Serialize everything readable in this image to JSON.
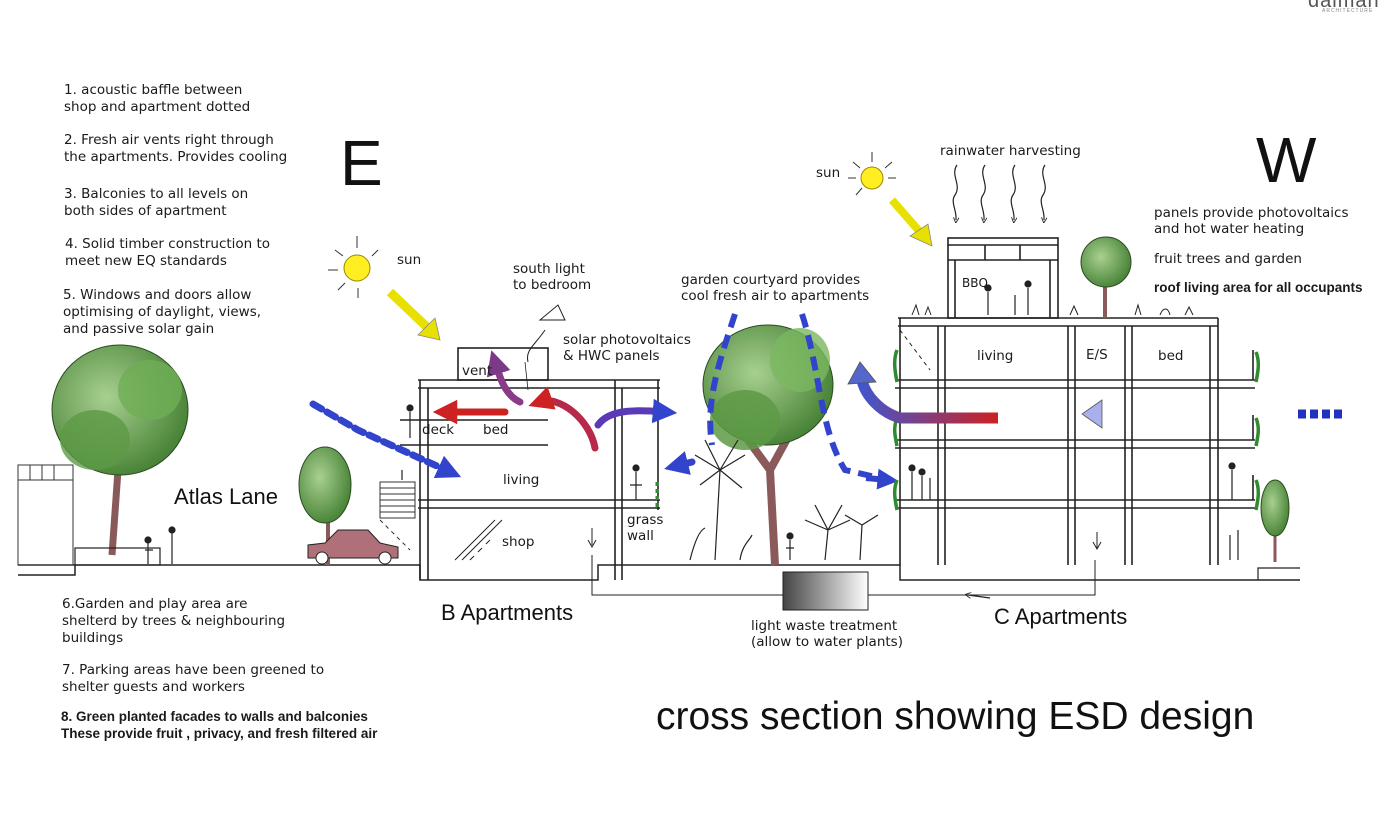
{
  "brand": "dalman",
  "brand_sub": "ARCHITECTURE",
  "orientation": {
    "east": "E",
    "west": "W"
  },
  "notes_top": [
    "1. acoustic baffle between\nshop and apartment dotted",
    "2.  Fresh air vents right through\nthe apartments. Provides cooling",
    "3. Balconies to all levels on\nboth sides of apartment",
    "4. Solid timber construction to\nmeet new EQ standards",
    "5. Windows and doors allow\noptimising of daylight, views,\nand passive solar gain"
  ],
  "notes_bottom": [
    "6.Garden and play area are\nshelterd by trees & neighbouring\nbuildings",
    "7. Parking areas have been greened to\nshelter guests and workers",
    "8. Green planted facades to walls and balconies\nThese provide fruit , privacy, and fresh filtered air"
  ],
  "labels": {
    "sun_left": "sun",
    "sun_right": "sun",
    "rainwater": "rainwater harvesting",
    "south_light": "south light\nto bedroom",
    "solar_pv": "solar photovoltaics\n& HWC panels",
    "garden_courtyard": "garden courtyard provides\ncool fresh air to apartments",
    "panels_right": "panels provide photovoltaics\nand hot water heating",
    "fruit_trees": "fruit trees and garden",
    "roof_living": "roof living area for all occupants",
    "bbq": "BBQ",
    "vent": "vent",
    "deck": "deck",
    "bed_b": "bed",
    "living_b": "living",
    "shop": "shop",
    "grass_wall": "grass\nwall",
    "living_c": "living",
    "es": "E/S",
    "bed_c": "bed",
    "atlas_lane": "Atlas Lane",
    "b_apartments": "B Apartments",
    "c_apartments": "C Apartments",
    "light_waste": "light waste treatment\n(allow to water plants)"
  },
  "title": "cross section showing ESD design",
  "colors": {
    "cool_air": "#3344cc",
    "warm_air": "#cc2222",
    "sun": "#ffee22",
    "sun_ray": "#e8e000",
    "foliage": "#4e8a3a",
    "trunk": "#8a5a5a",
    "green_facade": "#2e8b2e",
    "car": "#b0707a"
  }
}
